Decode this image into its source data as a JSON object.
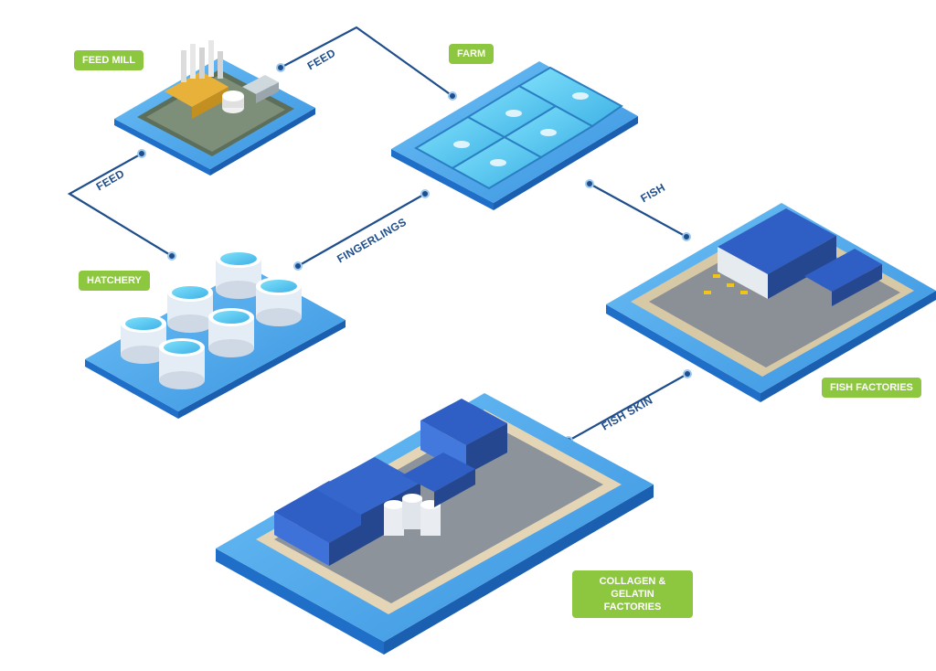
{
  "nodes": {
    "feed_mill": "FEED MILL",
    "farm": "FARM",
    "hatchery": "HATCHERY",
    "fish_factories": "FISH FACTORIES",
    "collagen_line1": "COLLAGEN & GELATIN",
    "collagen_line2": "FACTORIES"
  },
  "flows": {
    "feed_mill_to_farm": "FEED",
    "feed_mill_to_hatchery": "FEED",
    "hatchery_to_farm": "FINGERLINGS",
    "farm_to_fish_factories": "FISH",
    "fish_factories_to_collagen": "FISH SKIN"
  },
  "colors": {
    "tag_green": "#8dc63f",
    "connector_blue": "#1f4e8c",
    "platform_top": "#4aa8ec",
    "platform_side": "#1f6fc9",
    "water": "#56c8f0",
    "building_blue": "#2f5fc4"
  }
}
